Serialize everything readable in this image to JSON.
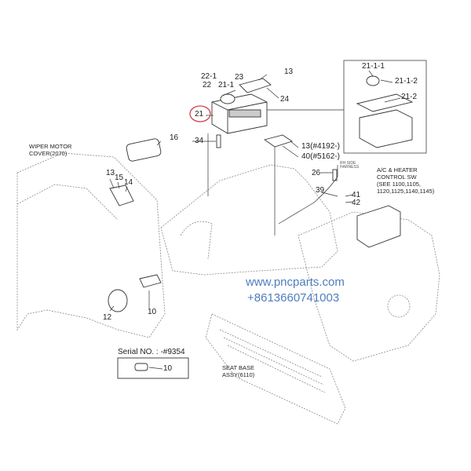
{
  "callouts": {
    "p22_1": "22-1",
    "p22": "22",
    "p21_1": "21-1",
    "p23": "23",
    "p13_top": "13",
    "p24": "24",
    "p21": "21",
    "p16": "16",
    "p34": "34",
    "p13_serial": "13(#4192-)",
    "p40_serial": "40(#5162-)",
    "p26": "26",
    "p39": "39",
    "p41": "41",
    "p42": "42",
    "p21_1_1": "21-1-1",
    "p21_1_2": "21-1-2",
    "p21_2": "21-2",
    "p13_left": "13",
    "p15": "15",
    "p14": "14",
    "p12": "12",
    "p10": "10",
    "p10_serial": "10"
  },
  "notes": {
    "harness": [
      "RH SIDE",
      "HARNESS"
    ],
    "ac_heater": [
      "A/C & HEATER",
      "CONTROL SW",
      "(SEE 1100,1105,",
      "1120,1125,1140,1145)"
    ],
    "wiper_cover": [
      "WIPER MOTOR",
      "COVER(2070)"
    ],
    "seat_base": [
      "SEAT BASE",
      "ASSY(6110)"
    ],
    "serial_box_title": "Serial NO. : -#9354"
  },
  "watermark": {
    "url": "www.pncparts.com",
    "phone": "+8613660741003"
  },
  "colors": {
    "highlight_circle": "#d0404a",
    "watermark": "#3b6fb6",
    "line": "#555555"
  }
}
